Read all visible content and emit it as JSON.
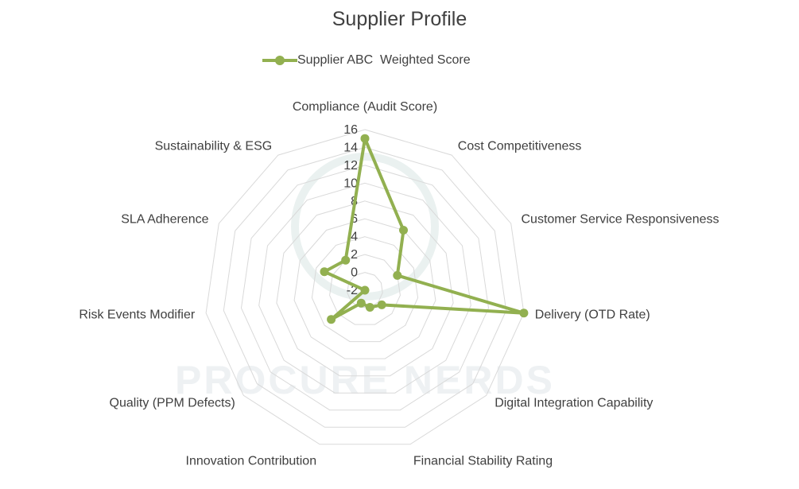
{
  "chart_data": {
    "type": "radar",
    "title": "Supplier Profile",
    "categories": [
      "Compliance (Audit Score)",
      "Cost Competitiveness",
      "Customer Service Responsiveness",
      "Delivery (OTD Rate)",
      "Digital Integration Capability",
      "Financial Stability Rating",
      "Innovation Contribution",
      "Quality (PPM Defects)",
      "Risk Events Modifier",
      "SLA Adherence",
      "Sustainability & ESG"
    ],
    "series": [
      {
        "name": "Supplier ABC  Weighted Score",
        "values": [
          15,
          6,
          2,
          16,
          0.5,
          0,
          -0.5,
          3,
          -2,
          3,
          2
        ],
        "color": "#92b050"
      }
    ],
    "rlim": [
      -2,
      16
    ],
    "ticks": [
      "-2",
      "0",
      "2",
      "4",
      "6",
      "8",
      "10",
      "12",
      "14",
      "16"
    ],
    "grid": true,
    "legend": "top"
  },
  "watermark": "PROCURE NERDS"
}
